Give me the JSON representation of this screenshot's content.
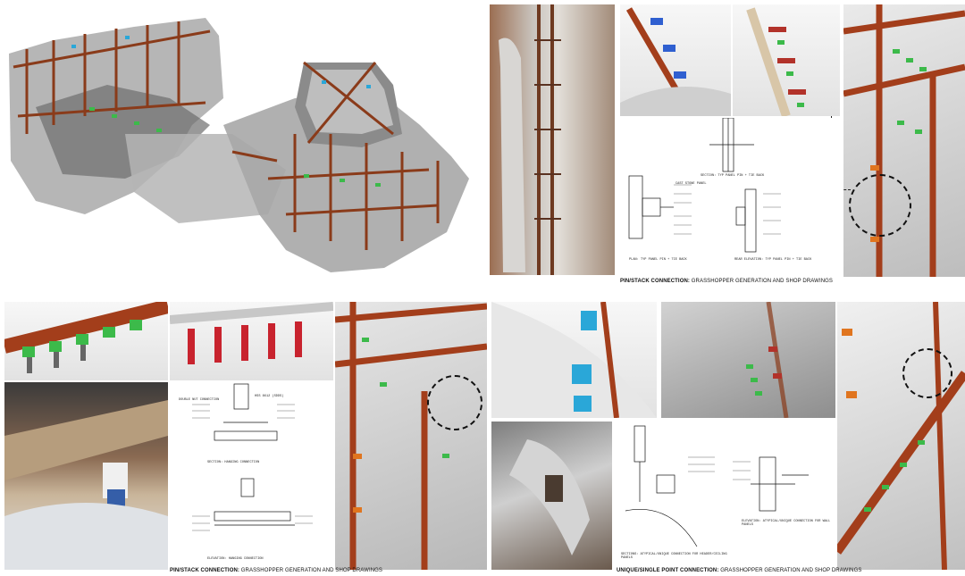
{
  "captions": {
    "top_right": {
      "bold": "PIN/STACK CONNECTION:",
      "rest": " GRASSHOPPER GENERATION AND SHOP DRAWINGS"
    },
    "bottom_left": {
      "bold": "PIN/STACK CONNECTION:",
      "rest": " GRASSHOPPER GENERATION AND SHOP DRAWINGS"
    },
    "bottom_right": {
      "bold": "UNIQUE/SINGLE POINT CONNECTION:",
      "rest": " GRASSHOPPER GENERATION AND SHOP DRAWINGS"
    }
  },
  "drawings": {
    "section_typ_panel": "SECTION: TYP PANEL PIN + TIE BACK",
    "plan_typ_panel": "PLAN: TYP PANEL PIN + TIE BACK",
    "rear_elevation": "REAR ELEVATION: TYP PANEL PIN + TIE BACK",
    "section_hanging": "SECTION: HANGING CONNECTION",
    "elevation_hanging": "ELEVATION: HANGING CONNECTION",
    "sections_atypical": "SECTIONS: ATYPICAL/UNIQUE CONNECTION FOR HEADER/CEILING PANELS",
    "elevation_atypical": "ELEVATION: ATYPICAL/UNIQUE CONNECTION FOR WALL PANELS",
    "hss_label": "HSS 8X12 (SDDS)",
    "double_nut": "DOUBLE NUT CONNECTION",
    "cast_stone": "CAST STONE PANEL"
  }
}
